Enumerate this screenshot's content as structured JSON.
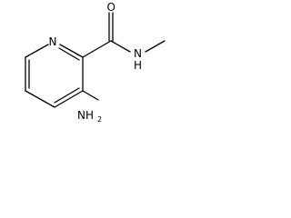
{
  "molecule": {
    "atoms": {
      "ring_nitrogen": "N",
      "carbonyl_oxygen": "O",
      "amide_nitrogen": "N",
      "amide_hydrogen": "H",
      "amino_group": "NH",
      "amino_subscript": "2"
    }
  },
  "colors": {
    "bond": "#000000",
    "background": "#ffffff"
  }
}
